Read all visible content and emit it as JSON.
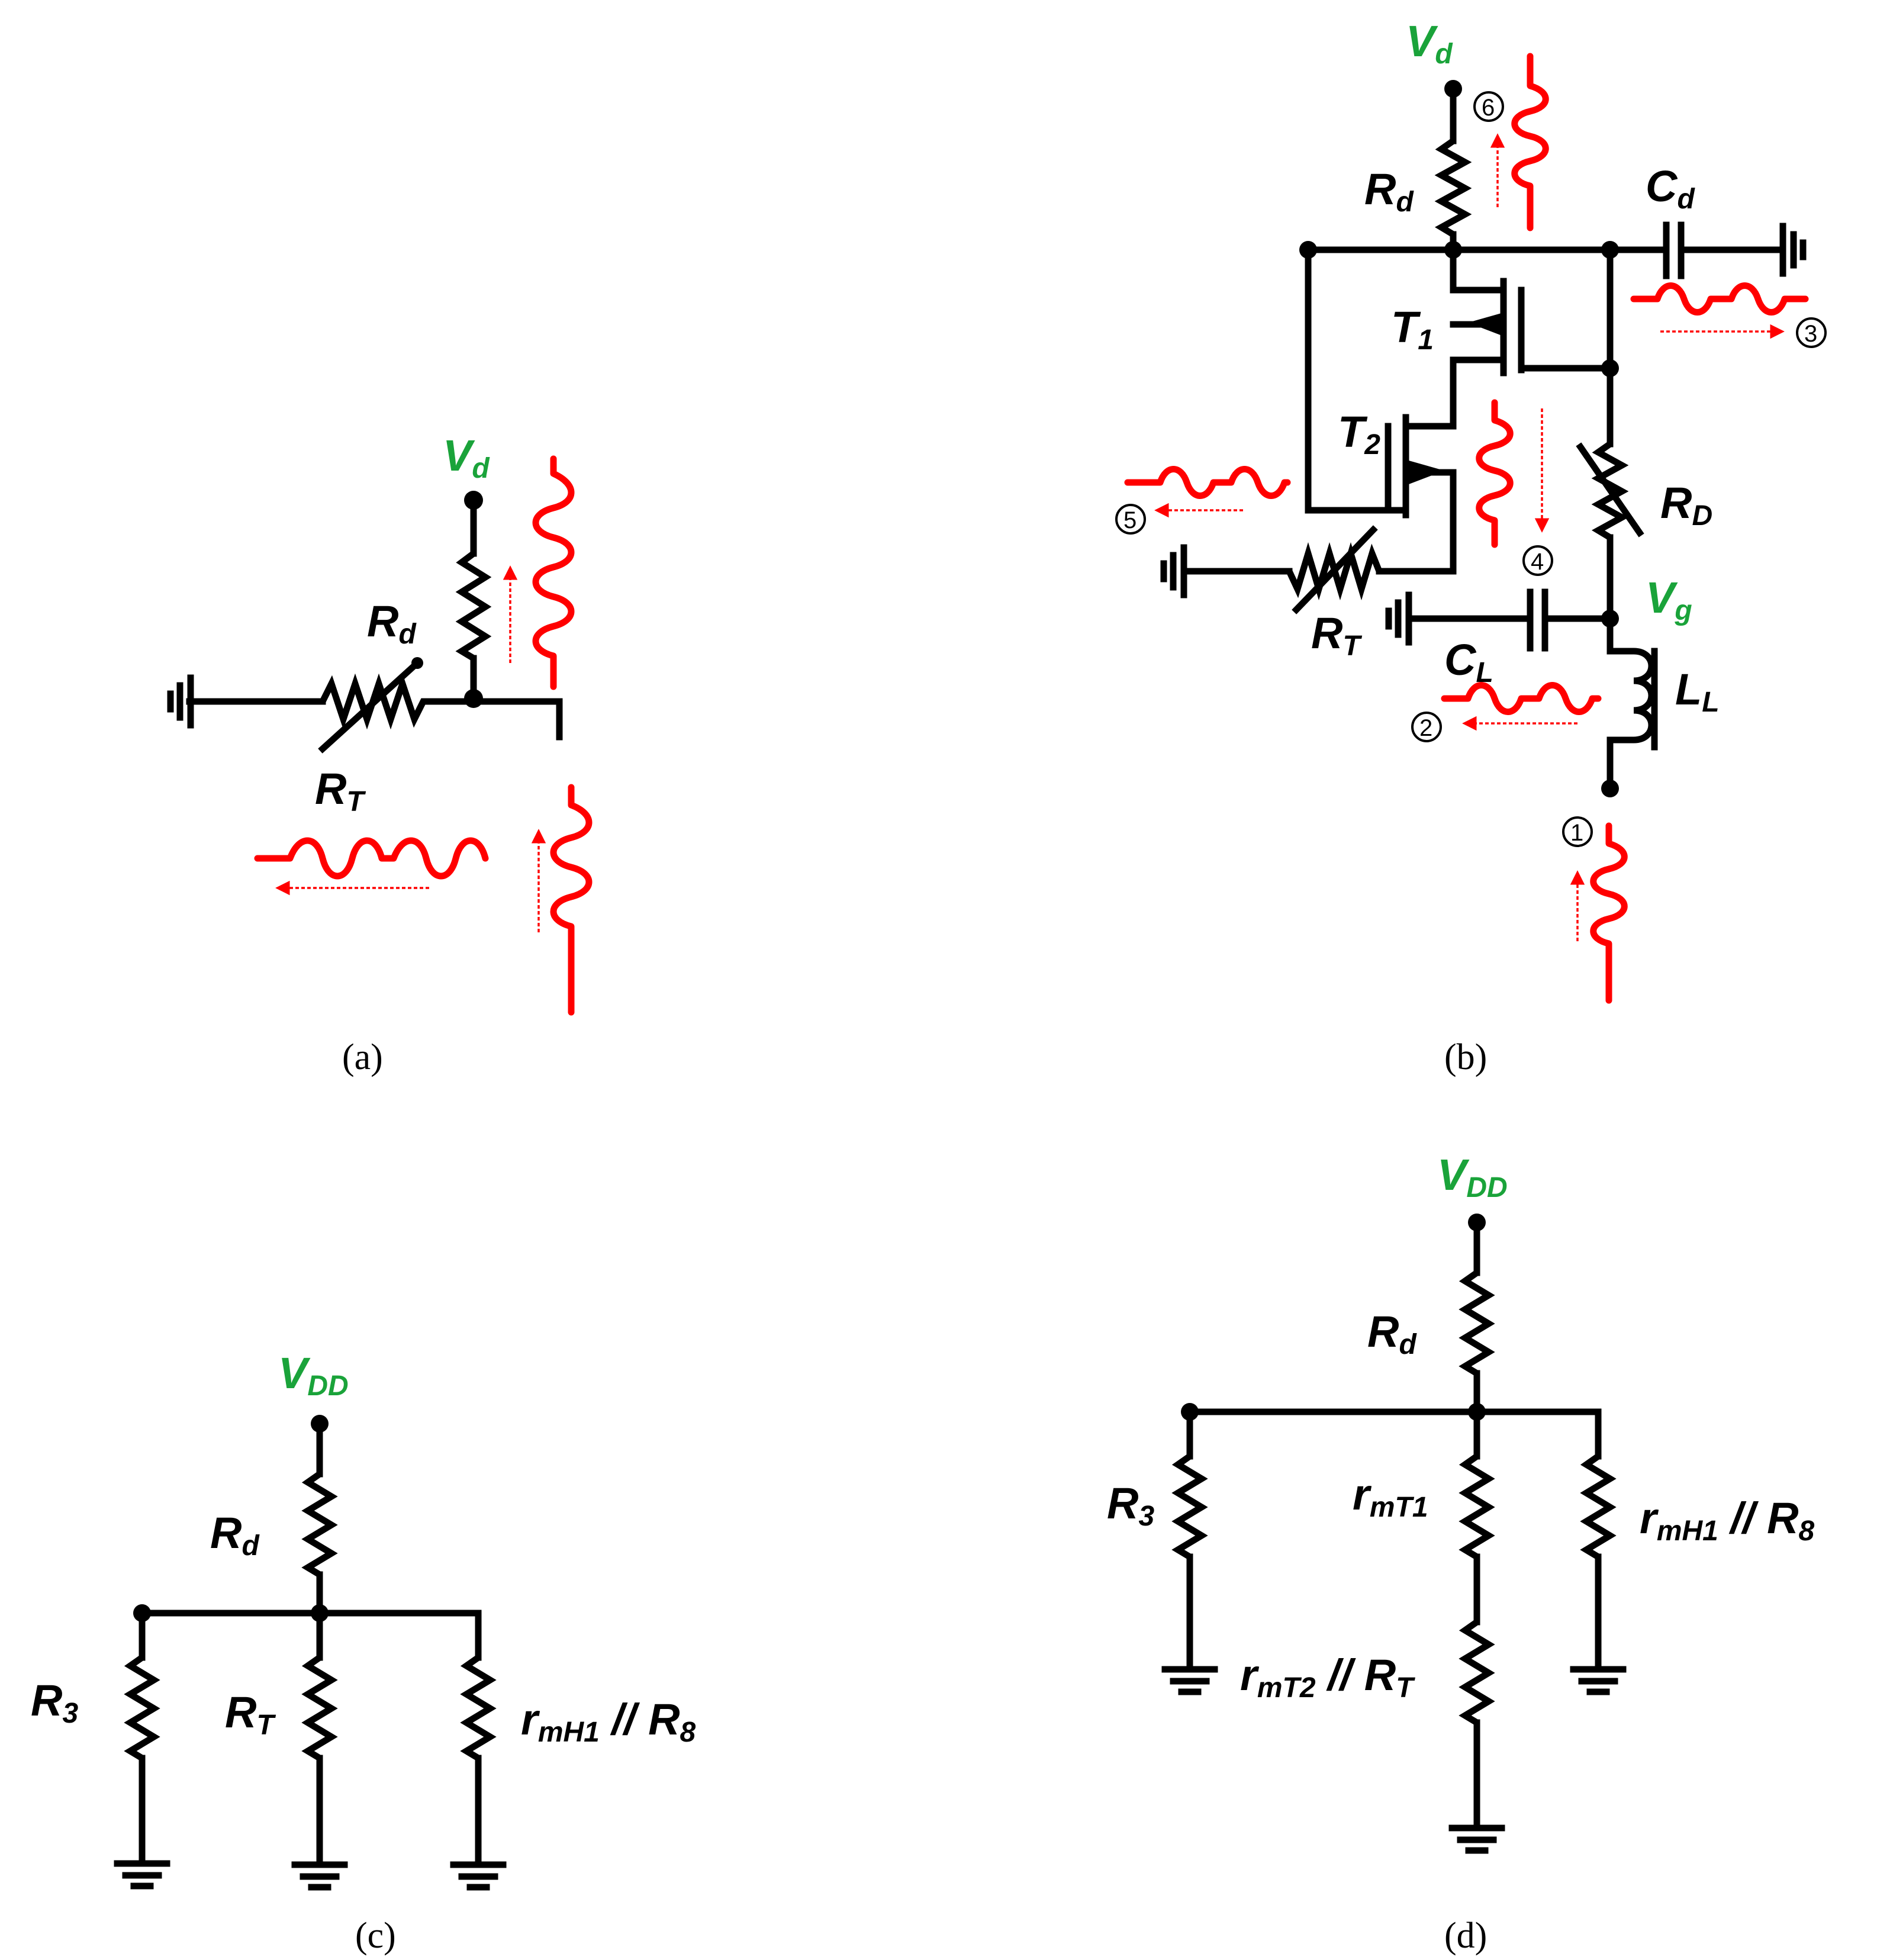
{
  "colors": {
    "wire": "#000000",
    "signal": "#ff0000",
    "supply_label": "#1aa33a"
  },
  "panel_a": {
    "caption": "(a)",
    "vd": {
      "main": "V",
      "sub": "d"
    },
    "rd": {
      "main": "R",
      "sub": "d"
    },
    "rt": {
      "main": "R",
      "sub": "T"
    }
  },
  "panel_b": {
    "caption": "(b)",
    "vd": {
      "main": "V",
      "sub": "d"
    },
    "rd": {
      "main": "R",
      "sub": "d"
    },
    "cd": {
      "main": "C",
      "sub": "d"
    },
    "t1": {
      "main": "T",
      "sub": "1"
    },
    "t2": {
      "main": "T",
      "sub": "2"
    },
    "rD": {
      "main": "R",
      "sub": "D"
    },
    "vg": {
      "main": "V",
      "sub": "g"
    },
    "rt": {
      "main": "R",
      "sub": "T"
    },
    "cl": {
      "main": "C",
      "sub": "L"
    },
    "ll": {
      "main": "L",
      "sub": "L"
    },
    "ports": [
      "①",
      "②",
      "③",
      "④",
      "⑤",
      "⑥"
    ]
  },
  "panel_c": {
    "caption": "(c)",
    "vdd": {
      "main": "V",
      "sub": "DD"
    },
    "rd": {
      "main": "R",
      "sub": "d"
    },
    "r3": {
      "main": "R",
      "sub": "3"
    },
    "rt": {
      "main": "R",
      "sub": "T"
    },
    "rmh1": {
      "main": "r",
      "sub": "mH1",
      "rest": " // R",
      "sub2": "8"
    }
  },
  "panel_d": {
    "caption": "(d)",
    "vdd": {
      "main": "V",
      "sub": "DD"
    },
    "rd": {
      "main": "R",
      "sub": "d"
    },
    "r3": {
      "main": "R",
      "sub": "3"
    },
    "rmt1": {
      "main": "r",
      "sub": "mT1"
    },
    "rmh1": {
      "main": "r",
      "sub": "mH1",
      "rest": " // R",
      "sub2": "8"
    },
    "rmt2": {
      "main": "r",
      "sub": "mT2",
      "rest": " // R",
      "sub2": "T"
    }
  }
}
